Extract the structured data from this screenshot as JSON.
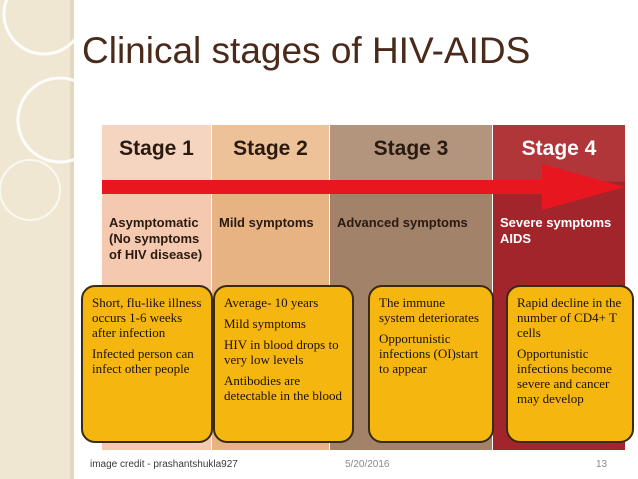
{
  "slide": {
    "title": "Clinical stages of HIV-AIDS",
    "credit": "image credit - prashantshukla927",
    "date": "5/20/2016",
    "page_number": "13"
  },
  "stages": [
    {
      "label": "Stage 1",
      "symptom_lines": [
        "Asymptomatic",
        "(No symptoms",
        "of HIV disease)"
      ],
      "color": "#f4c9b0"
    },
    {
      "label": "Stage 2",
      "symptom_lines": [
        "Mild symptoms"
      ],
      "color": "#e7b382"
    },
    {
      "label": "Stage 3",
      "symptom_lines": [
        "Advanced symptoms"
      ],
      "color": "#a3826a"
    },
    {
      "label": "Stage 4",
      "symptom_lines": [
        "Severe symptoms",
        "AIDS"
      ],
      "color": "#a1252b"
    }
  ],
  "cards": [
    {
      "paragraphs": [
        "Short, flu-like illness occurs 1-6 weeks after infection",
        "Infected person can infect other people"
      ]
    },
    {
      "paragraphs": [
        "Average- 10 years",
        "Mild symptoms",
        "HIV in blood drops to very low levels",
        "Antibodies are detectable in the blood"
      ]
    },
    {
      "paragraphs": [
        "The immune system deteriorates",
        "Opportunistic infections (OI)start to appear"
      ]
    },
    {
      "paragraphs": [
        "Rapid decline in the number of CD4+ T cells",
        "Opportunistic infections become severe and cancer may develop"
      ]
    }
  ],
  "colors": {
    "arrow": "#e8161e",
    "card_fill": "#f5b70f",
    "title_text": "#4a2a1a"
  }
}
